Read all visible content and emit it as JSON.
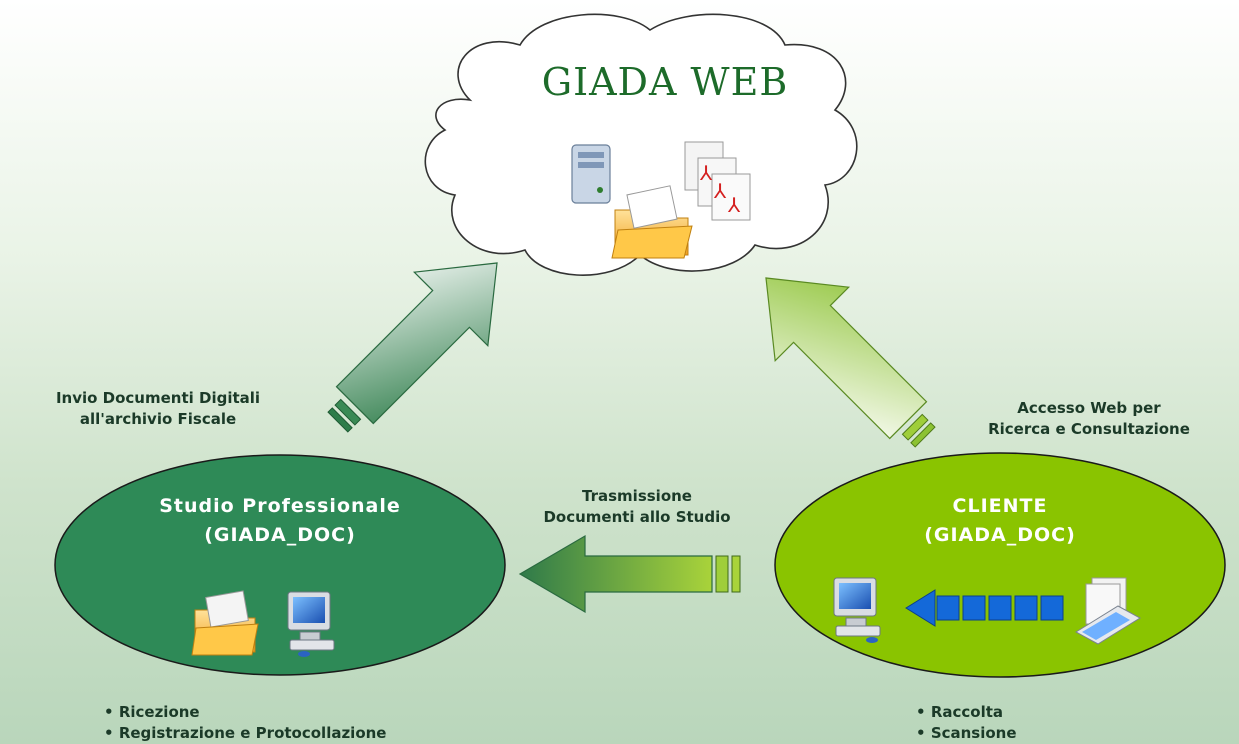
{
  "cloud": {
    "title": "GIADA WEB",
    "icons": [
      "server-icon",
      "pdf-documents-icon",
      "folder-icon"
    ]
  },
  "studio": {
    "title_line1": "Studio Professionale",
    "title_line2": "(GIADA_DOC)",
    "icons": [
      "folder-icon",
      "computer-icon"
    ],
    "bullets": [
      "Ricezione",
      "Registrazione e Protocollazione"
    ]
  },
  "cliente": {
    "title_line1": "CLIENTE",
    "title_line2": "(GIADA_DOC)",
    "icons": [
      "computer-icon",
      "scanner-icon"
    ],
    "bullets": [
      "Raccolta",
      "Scansione"
    ]
  },
  "arrows": {
    "left_up": {
      "line1": "Invio Documenti Digitali",
      "line2": "all'archivio Fiscale"
    },
    "right_up": {
      "line1": "Accesso Web per",
      "line2": "Ricerca e Consultazione"
    },
    "middle": {
      "line1": "Trasmissione",
      "line2": "Documenti allo Studio"
    }
  },
  "colors": {
    "studio_ellipse": "#2e8a57",
    "cliente_ellipse": "#8ac400",
    "arrow_dark": "#2f7a4a",
    "arrow_light": "#9fce3a",
    "blue_square": "#1469d9"
  }
}
